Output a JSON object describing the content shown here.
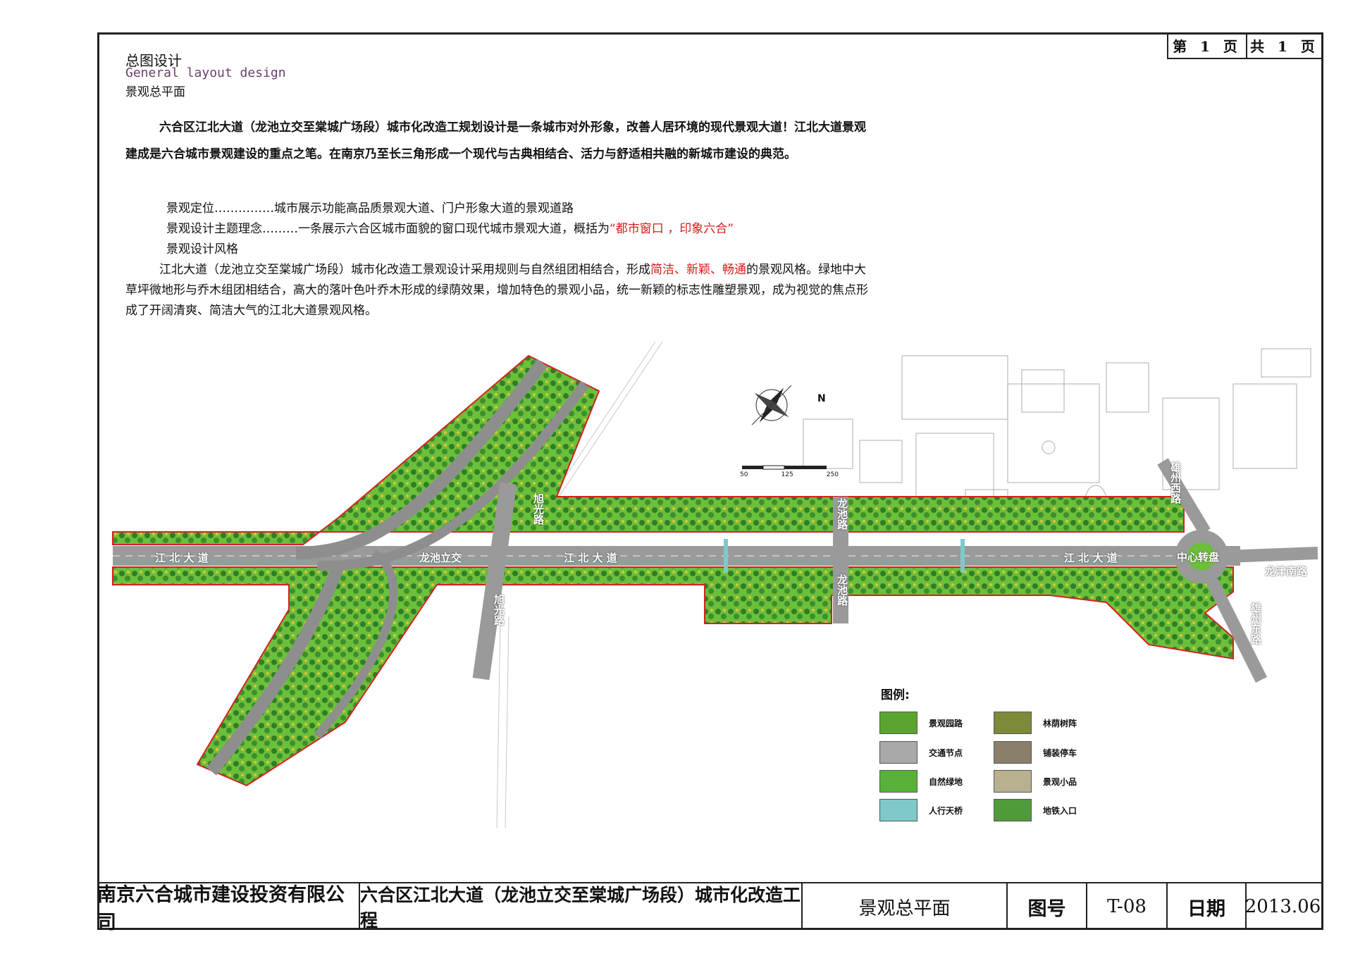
{
  "page_counter": {
    "current": "第 1 页",
    "total": "共 1 页"
  },
  "header": {
    "title_cn": "总图设计",
    "title_en": "General layout design",
    "subtitle": "景观总平面"
  },
  "intro": {
    "para1": "六合区江北大道（龙池立交至棠城广场段）城市化改造工规划设计是一条城市对外形象，改善人居环境的现代景观大道！江北大道景观建成是六合城市景观建设的重点之笔。在南京乃至长三角形成一个现代与古典相结合、活力与舒适相共融的新城市建设的典范。",
    "positioning": "景观定位……………城市展示功能高品质景观大道、门户形象大道的景观道路",
    "theme_prefix": "景观设计主题理念………一条展示六合区城市面貌的窗口现代城市景观大道，概括为",
    "theme_quote": "“都市窗口 ，印象六合”",
    "style_heading": "景观设计风格",
    "style_p1": "江北大道（龙池立交至棠城广场段）城市化改造工景观设计采用规则与自然组团相结合，形成",
    "style_highlight": "简洁、新颖、畅通",
    "style_p2": "的景观风格。绿地中大草坪微地形与乔木组团相结合，高大的落叶色叶乔木形成的绿荫效果，增加特色的景观小品，统一新颖的标志性雕塑景观，成为视觉的焦点形成了开阔清爽、简洁大气的江北大道景观风格。"
  },
  "map": {
    "labels": {
      "road1": "江 北 大 道",
      "road2": "江 北 大 道",
      "road3": "江 北 大 道",
      "interchange": "龙池立交",
      "xuguang_n": "旭光路",
      "xuguang_s": "旭光路",
      "longchi_n": "龙池路",
      "longchi_s": "龙池路",
      "xiongzhou_w": "雄州西路",
      "xiongzhou_e": "雄州东路",
      "roundabout": "中心转盘",
      "longjin": "龙津南路"
    },
    "north": "N",
    "scale": [
      "50",
      "125",
      "250"
    ],
    "colors": {
      "green": "#6cbf3a",
      "tree": "#2f7d25",
      "road": "#9a9a9a",
      "boundary": "#d42020"
    }
  },
  "legend": {
    "title": "图例:",
    "items": [
      {
        "label": "景观园路",
        "color": "#5aa532"
      },
      {
        "label": "林荫树阵",
        "color": "#7c8a3a"
      },
      {
        "label": "交通节点",
        "color": "#a9a9a9"
      },
      {
        "label": "铺装停车",
        "color": "#8a7f6a"
      },
      {
        "label": "自然绿地",
        "color": "#58b23a"
      },
      {
        "label": "景观小品",
        "color": "#b9b090"
      },
      {
        "label": "人行天桥",
        "color": "#7fc9c9"
      },
      {
        "label": "地铁入口",
        "color": "#4f9b3a"
      }
    ]
  },
  "title_block": {
    "company": "南京六合城市建设投资有限公司",
    "project": "六合区江北大道（龙池立交至棠城广场段）城市化改造工程",
    "drawing": "景观总平面",
    "no_label": "图号",
    "no_value": "T-08",
    "date_label": "日期",
    "date_value": "2013.06"
  }
}
